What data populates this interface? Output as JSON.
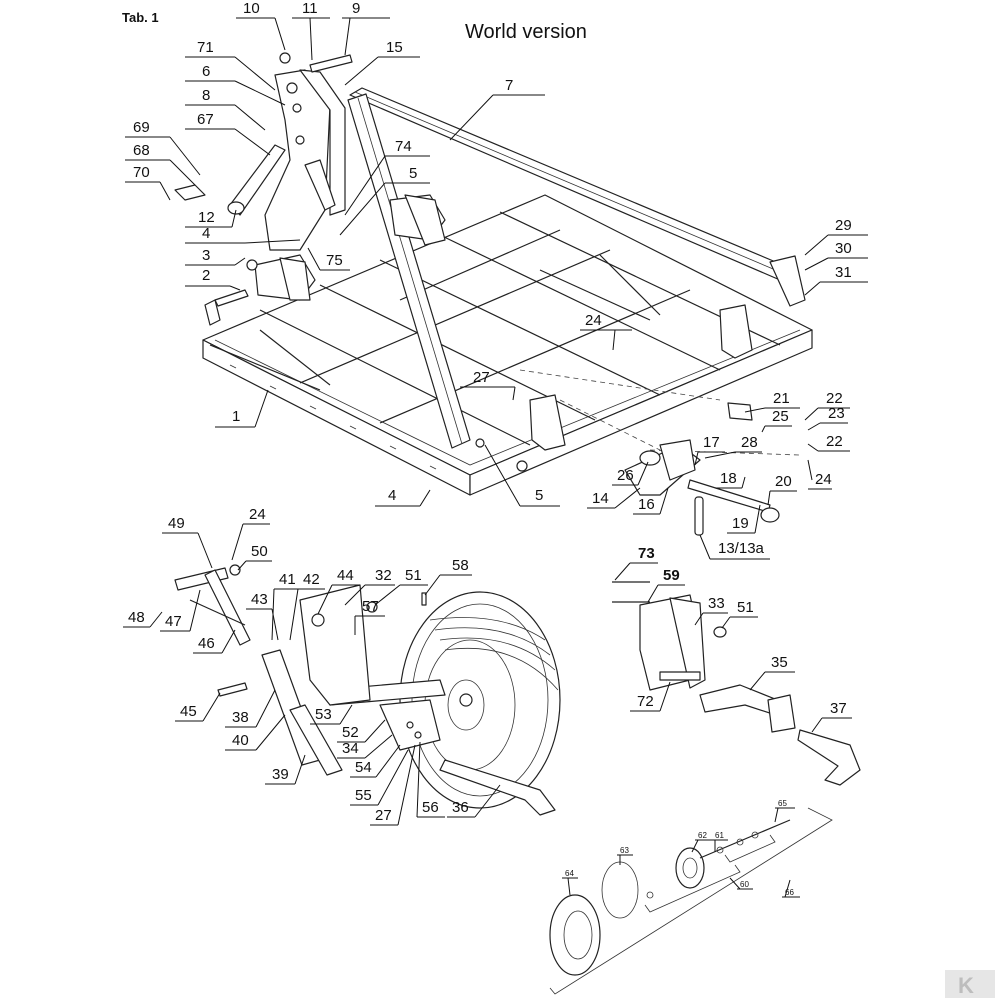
{
  "tab_label": "Tab. 1",
  "title": "World version",
  "watermark": "K",
  "callouts": [
    {
      "id": "c10",
      "text": "10"
    },
    {
      "id": "c11",
      "text": "11"
    },
    {
      "id": "c9",
      "text": "9"
    },
    {
      "id": "c15",
      "text": "15"
    },
    {
      "id": "c71",
      "text": "71"
    },
    {
      "id": "c6",
      "text": "6"
    },
    {
      "id": "c8",
      "text": "8"
    },
    {
      "id": "c67",
      "text": "67"
    },
    {
      "id": "c69",
      "text": "69"
    },
    {
      "id": "c68",
      "text": "68"
    },
    {
      "id": "c70",
      "text": "70"
    },
    {
      "id": "c12",
      "text": "12"
    },
    {
      "id": "c4a",
      "text": "4"
    },
    {
      "id": "c3",
      "text": "3"
    },
    {
      "id": "c2",
      "text": "2"
    },
    {
      "id": "c74",
      "text": "74"
    },
    {
      "id": "c5a",
      "text": "5"
    },
    {
      "id": "c75",
      "text": "75"
    },
    {
      "id": "c7",
      "text": "7"
    },
    {
      "id": "c29",
      "text": "29"
    },
    {
      "id": "c30",
      "text": "30"
    },
    {
      "id": "c31",
      "text": "31"
    },
    {
      "id": "c24a",
      "text": "24"
    },
    {
      "id": "c27a",
      "text": "27"
    },
    {
      "id": "c1",
      "text": "1"
    },
    {
      "id": "c21",
      "text": "21"
    },
    {
      "id": "c22a",
      "text": "22"
    },
    {
      "id": "c23",
      "text": "23"
    },
    {
      "id": "c25",
      "text": "25"
    },
    {
      "id": "c22b",
      "text": "22"
    },
    {
      "id": "c17",
      "text": "17"
    },
    {
      "id": "c28",
      "text": "28"
    },
    {
      "id": "c24b",
      "text": "24"
    },
    {
      "id": "c26",
      "text": "26"
    },
    {
      "id": "c18",
      "text": "18"
    },
    {
      "id": "c20",
      "text": "20"
    },
    {
      "id": "c14",
      "text": "14"
    },
    {
      "id": "c16",
      "text": "16"
    },
    {
      "id": "c19",
      "text": "19"
    },
    {
      "id": "c4b",
      "text": "4"
    },
    {
      "id": "c5b",
      "text": "5"
    },
    {
      "id": "c13",
      "text": "13/13a"
    },
    {
      "id": "c49",
      "text": "49"
    },
    {
      "id": "c24c",
      "text": "24"
    },
    {
      "id": "c50",
      "text": "50"
    },
    {
      "id": "c48",
      "text": "48"
    },
    {
      "id": "c47",
      "text": "47"
    },
    {
      "id": "c46",
      "text": "46"
    },
    {
      "id": "c41",
      "text": "41"
    },
    {
      "id": "c42",
      "text": "42"
    },
    {
      "id": "c44",
      "text": "44"
    },
    {
      "id": "c32",
      "text": "32"
    },
    {
      "id": "c51a",
      "text": "51"
    },
    {
      "id": "c58",
      "text": "58"
    },
    {
      "id": "c43",
      "text": "43"
    },
    {
      "id": "c57",
      "text": "57"
    },
    {
      "id": "c45",
      "text": "45"
    },
    {
      "id": "c38",
      "text": "38"
    },
    {
      "id": "c40",
      "text": "40"
    },
    {
      "id": "c53",
      "text": "53"
    },
    {
      "id": "c52",
      "text": "52"
    },
    {
      "id": "c34",
      "text": "34"
    },
    {
      "id": "c54",
      "text": "54"
    },
    {
      "id": "c39",
      "text": "39"
    },
    {
      "id": "c55",
      "text": "55"
    },
    {
      "id": "c27b",
      "text": "27"
    },
    {
      "id": "c56",
      "text": "56"
    },
    {
      "id": "c36",
      "text": "36"
    },
    {
      "id": "c73",
      "text": "73"
    },
    {
      "id": "c59",
      "text": "59"
    },
    {
      "id": "c33",
      "text": "33"
    },
    {
      "id": "c51b",
      "text": "51"
    },
    {
      "id": "c72",
      "text": "72"
    },
    {
      "id": "c35",
      "text": "35"
    },
    {
      "id": "c37",
      "text": "37"
    },
    {
      "id": "c65",
      "text": "65"
    },
    {
      "id": "c62",
      "text": "62"
    },
    {
      "id": "c61",
      "text": "61"
    },
    {
      "id": "c63",
      "text": "63"
    },
    {
      "id": "c64",
      "text": "64"
    },
    {
      "id": "c60",
      "text": "60"
    },
    {
      "id": "c66",
      "text": "66"
    }
  ]
}
